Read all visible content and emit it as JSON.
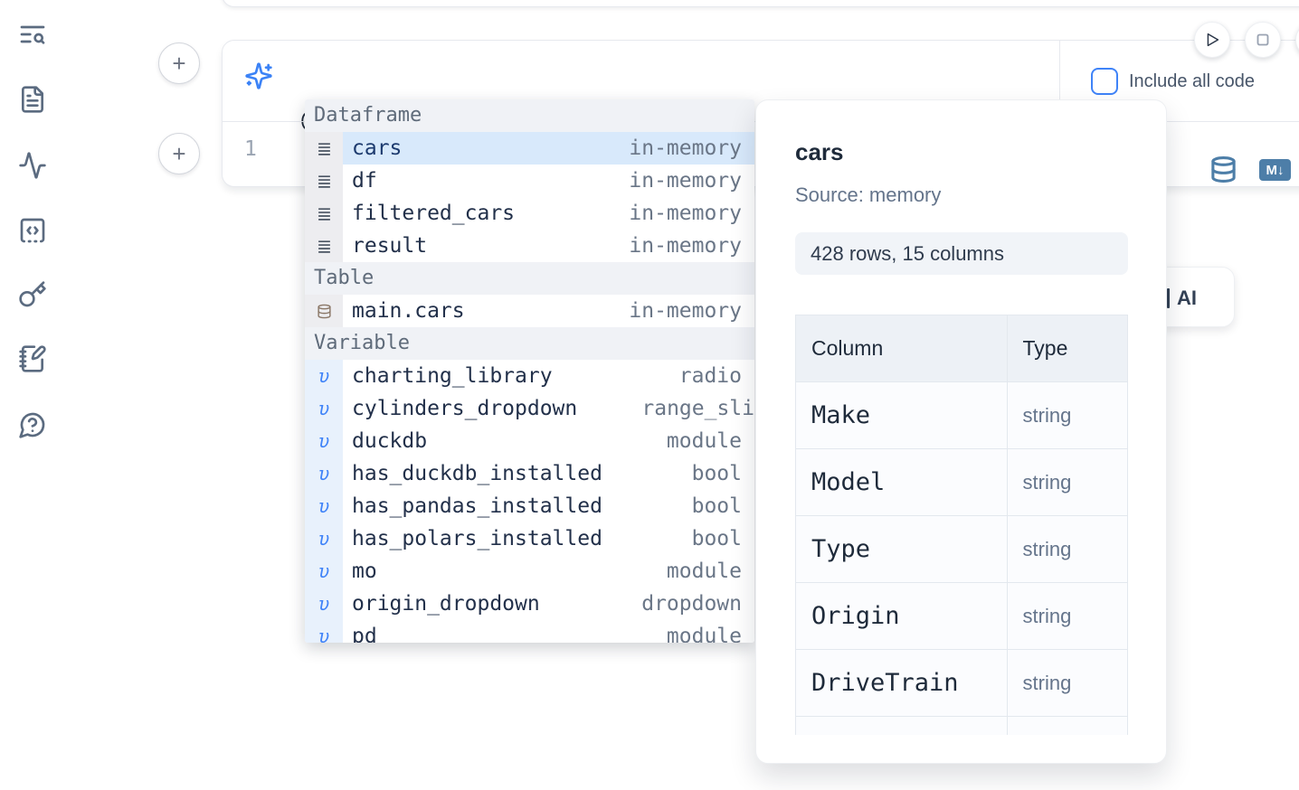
{
  "sidebar": {
    "items": [
      {
        "icon": "list-search-icon"
      },
      {
        "icon": "file-text-icon"
      },
      {
        "icon": "activity-icon"
      },
      {
        "icon": "code-box-icon"
      },
      {
        "icon": "key-icon"
      },
      {
        "icon": "notebook-pen-icon"
      },
      {
        "icon": "help-chat-icon"
      }
    ]
  },
  "toolbar": {
    "include_all_code_label": "Include all code"
  },
  "prompt": {
    "value": "@"
  },
  "editor": {
    "line_number": "1",
    "markdown_badge": "M↓"
  },
  "add_cell_label": "+",
  "ai_button": {
    "label": "AI"
  },
  "autocomplete": {
    "variable_glyph": "υ",
    "sections": [
      {
        "label": "Dataframe",
        "items": [
          {
            "name": "cars",
            "type": "in-memory",
            "selected": true
          },
          {
            "name": "df",
            "type": "in-memory"
          },
          {
            "name": "filtered_cars",
            "type": "in-memory"
          },
          {
            "name": "result",
            "type": "in-memory"
          }
        ]
      },
      {
        "label": "Table",
        "items": [
          {
            "name": "main.cars",
            "type": "in-memory"
          }
        ]
      },
      {
        "label": "Variable",
        "items": [
          {
            "name": "charting_library",
            "type": "radio"
          },
          {
            "name": "cylinders_dropdown",
            "type": "range_sli"
          },
          {
            "name": "duckdb",
            "type": "module"
          },
          {
            "name": "has_duckdb_installed",
            "type": "bool"
          },
          {
            "name": "has_pandas_installed",
            "type": "bool"
          },
          {
            "name": "has_polars_installed",
            "type": "bool"
          },
          {
            "name": "mo",
            "type": "module"
          },
          {
            "name": "origin_dropdown",
            "type": "dropdown"
          },
          {
            "name": "pd",
            "type": "module"
          }
        ]
      }
    ]
  },
  "preview": {
    "title": "cars",
    "source": "Source: memory",
    "summary": "428 rows, 15 columns",
    "table": {
      "headers": [
        "Column",
        "Type"
      ],
      "rows": [
        [
          "Make",
          "string"
        ],
        [
          "Model",
          "string"
        ],
        [
          "Type",
          "string"
        ],
        [
          "Origin",
          "string"
        ],
        [
          "DriveTrain",
          "string"
        ]
      ]
    }
  },
  "colors": {
    "accent": "#3b82f6",
    "selected_row": "#d8e9fb",
    "steel_blue": "#4d7ea8"
  }
}
